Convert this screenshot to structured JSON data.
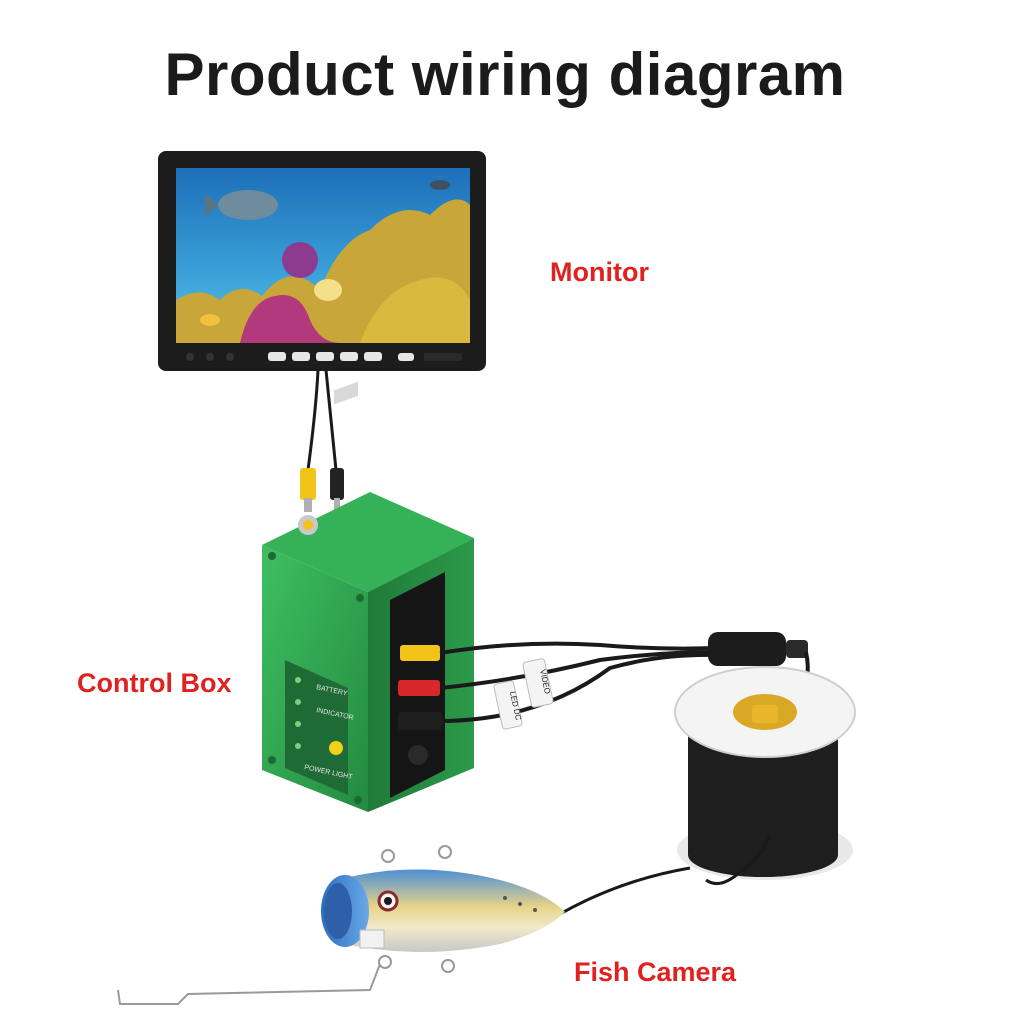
{
  "title": "Product wiring diagram",
  "labels": {
    "monitor": "Monitor",
    "control_box": "Control Box",
    "fish_camera": "Fish Camera"
  },
  "control_box_panel": {
    "battery": "BATTERY",
    "indicator": "INDICATOR",
    "power_light": "POWER LIGHT"
  },
  "cable_tags": {
    "video": "VIDEO",
    "led": "LED DC"
  },
  "colors": {
    "title": "#1b1b1b",
    "label": "#e0211f",
    "control_box": "#2fa84f",
    "rca_yellow": "#f2c318",
    "rca_red": "#d8272b",
    "cable": "#1a1a1a"
  }
}
